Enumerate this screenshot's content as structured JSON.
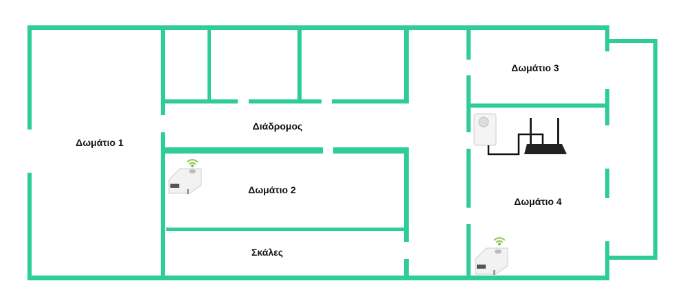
{
  "colors": {
    "wall": "#2ecc96",
    "wifi": "#8cc63f",
    "router": "#222222",
    "cable": "#111111"
  },
  "rooms": {
    "room1": "Δωμάτιο 1",
    "corridor": "Διάδρομος",
    "room2": "Δωμάτιο 2",
    "stairs": "Σκάλες",
    "room3": "Δωμάτιο 3",
    "room4": "Δωμάτιο 4"
  },
  "devices": [
    {
      "type": "powerline-wifi-adapter",
      "room": "room2"
    },
    {
      "type": "powerline-adapter",
      "room": "room4"
    },
    {
      "type": "router",
      "room": "room4"
    },
    {
      "type": "powerline-wifi-adapter",
      "room": "room4"
    }
  ]
}
